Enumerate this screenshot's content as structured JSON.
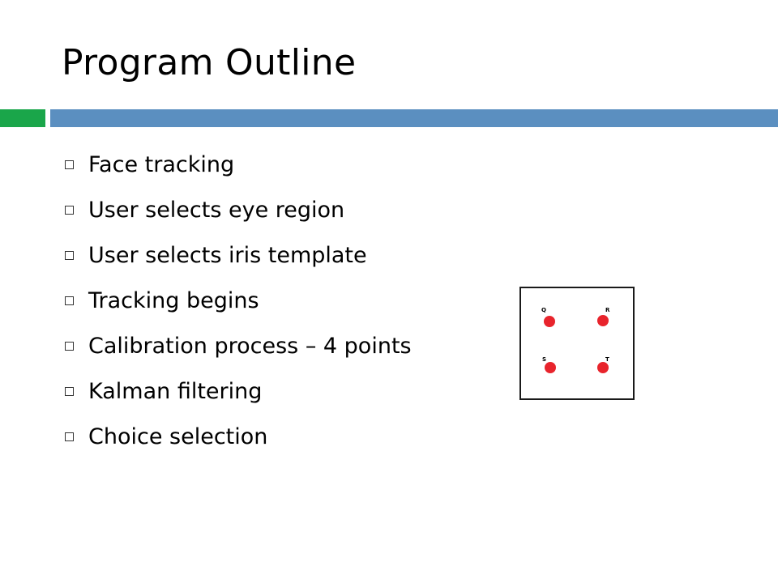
{
  "slide": {
    "title": "Program Outline",
    "bullets": [
      "Face tracking",
      "User selects eye region",
      "User selects iris template",
      "Tracking begins",
      "Calibration process – 4 points",
      "Kalman filtering",
      "Choice selection"
    ]
  },
  "calibration_figure": {
    "points": [
      {
        "label": "Q"
      },
      {
        "label": "R"
      },
      {
        "label": "S"
      },
      {
        "label": "T"
      }
    ],
    "point_color": "#e8242c"
  },
  "colors": {
    "accent_green": "#1aa64a",
    "accent_blue": "#5b8fc0",
    "bullet_box": "#333333"
  },
  "icons": {
    "bullet": "square-outline-icon"
  }
}
